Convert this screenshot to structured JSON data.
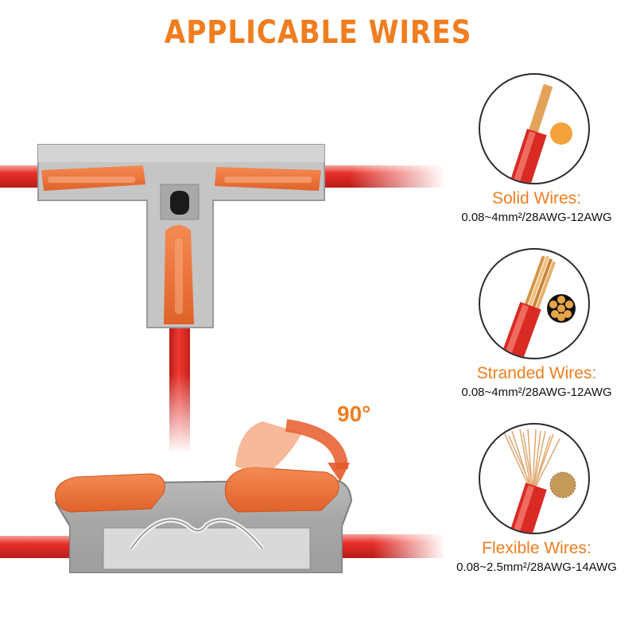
{
  "title": "APPLICABLE WIRES",
  "accent_color": "#f07d1f",
  "angle_label": "90°",
  "wire_types": [
    {
      "name": "Solid Wires:",
      "spec": "0.08~4mm²/28AWG-12AWG",
      "icon": "solid-wire-icon"
    },
    {
      "name": "Stranded Wires:",
      "spec": "0.08~4mm²/28AWG-12AWG",
      "icon": "stranded-wire-icon"
    },
    {
      "name": "Flexible Wires:",
      "spec": "0.08~2.5mm²/28AWG-14AWG",
      "icon": "flexible-wire-icon"
    }
  ]
}
